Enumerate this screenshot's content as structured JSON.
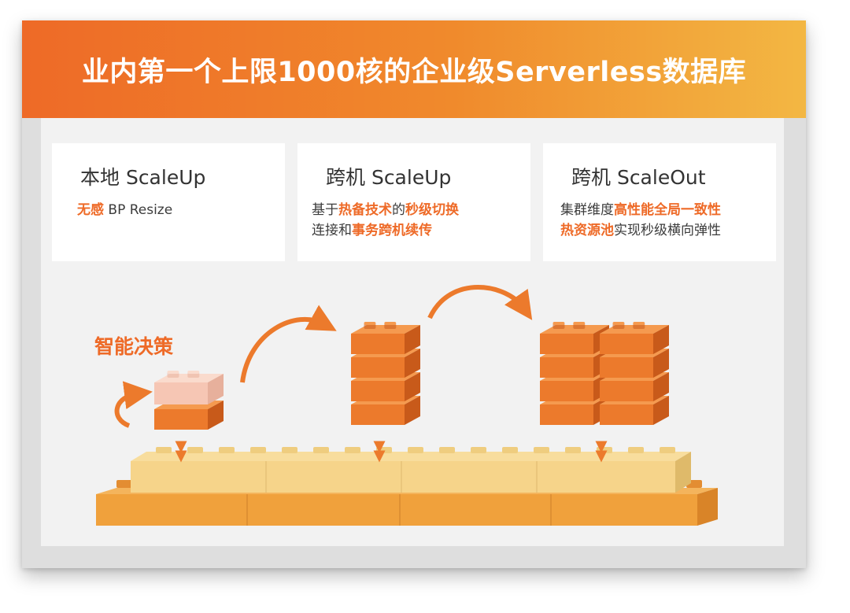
{
  "title": "业内第一个上限1000核的企业级Serverless数据库",
  "features": [
    {
      "title": "本地 ScaleUp",
      "line1": [
        {
          "text": "无感",
          "highlight": true
        },
        {
          "text": " BP Resize",
          "highlight": false
        }
      ],
      "line2": []
    },
    {
      "title": "跨机 ScaleUp",
      "line1": [
        {
          "text": "基于",
          "highlight": false
        },
        {
          "text": "热备技术",
          "highlight": true
        },
        {
          "text": "的",
          "highlight": false
        },
        {
          "text": "秒级切换",
          "highlight": true
        }
      ],
      "line2": [
        {
          "text": "连接和",
          "highlight": false
        },
        {
          "text": "事务跨机续传",
          "highlight": true
        }
      ]
    },
    {
      "title": "跨机 ScaleOut",
      "line1": [
        {
          "text": "集群维度",
          "highlight": false
        },
        {
          "text": "高性能全局一致性",
          "highlight": true
        }
      ],
      "line2": [
        {
          "text": "热资源池",
          "highlight": true
        },
        {
          "text": "实现秒级横向弹性",
          "highlight": false
        }
      ]
    }
  ],
  "smart_decision_label": "智能决策",
  "colors": {
    "banner_start": "#ee6a27",
    "banner_end": "#f3b743",
    "accent": "#ee6a27",
    "brick_front": "#ec7a2c",
    "brick_top": "#f59a4f",
    "brick_side": "#c85a1a",
    "base_light": "#f6d48a",
    "base_dark": "#f0a13c",
    "ghost_brick": "#f6c6b4"
  },
  "icons": [
    "rotate-arrow-icon",
    "curved-arrow-icon",
    "double-arrow-icon"
  ]
}
